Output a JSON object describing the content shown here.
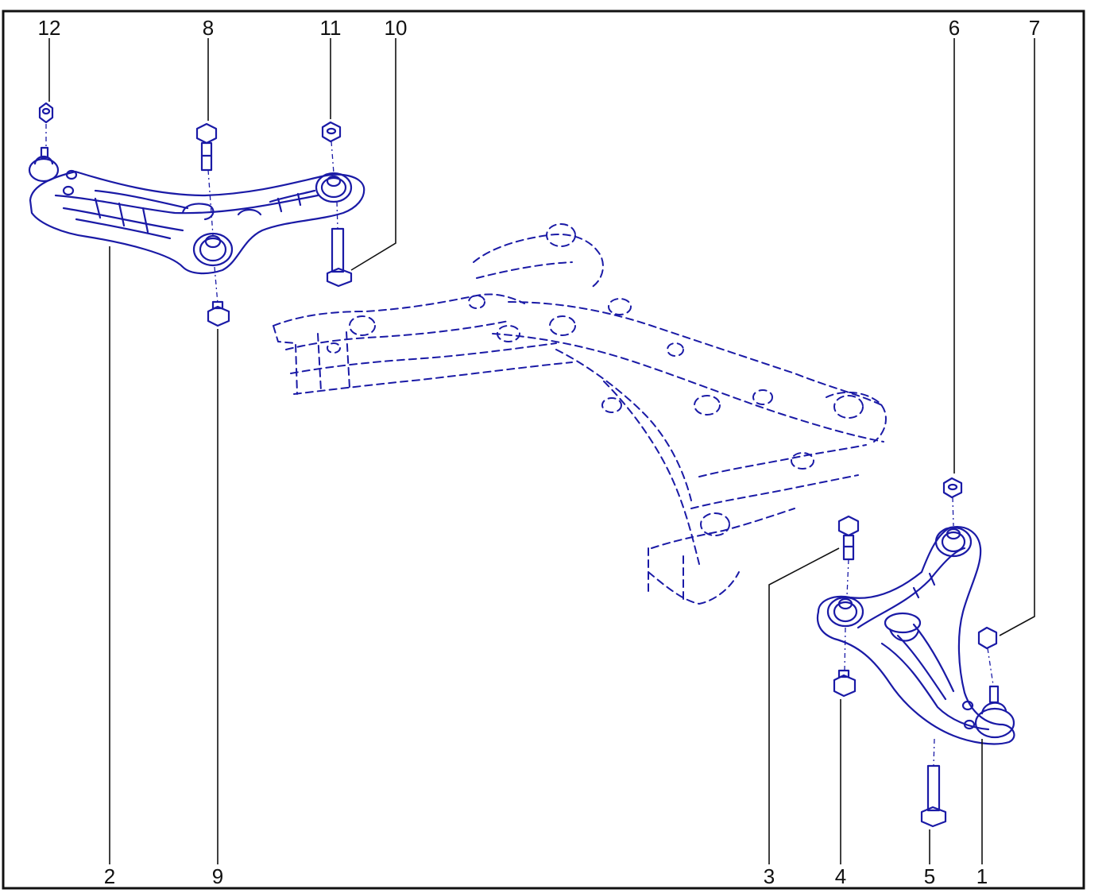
{
  "diagram": {
    "colors": {
      "line_art": "#1a1aa6",
      "line_art_light": "#5a5ad6",
      "callout_text": "#111111",
      "border": "#111111",
      "background": "#ffffff"
    },
    "callouts": [
      {
        "id": "12",
        "label": "12"
      },
      {
        "id": "8",
        "label": "8"
      },
      {
        "id": "11",
        "label": "11"
      },
      {
        "id": "10",
        "label": "10"
      },
      {
        "id": "6",
        "label": "6"
      },
      {
        "id": "7",
        "label": "7"
      },
      {
        "id": "2",
        "label": "2"
      },
      {
        "id": "9",
        "label": "9"
      },
      {
        "id": "3",
        "label": "3"
      },
      {
        "id": "4",
        "label": "4"
      },
      {
        "id": "5",
        "label": "5"
      },
      {
        "id": "1",
        "label": "1"
      }
    ]
  }
}
